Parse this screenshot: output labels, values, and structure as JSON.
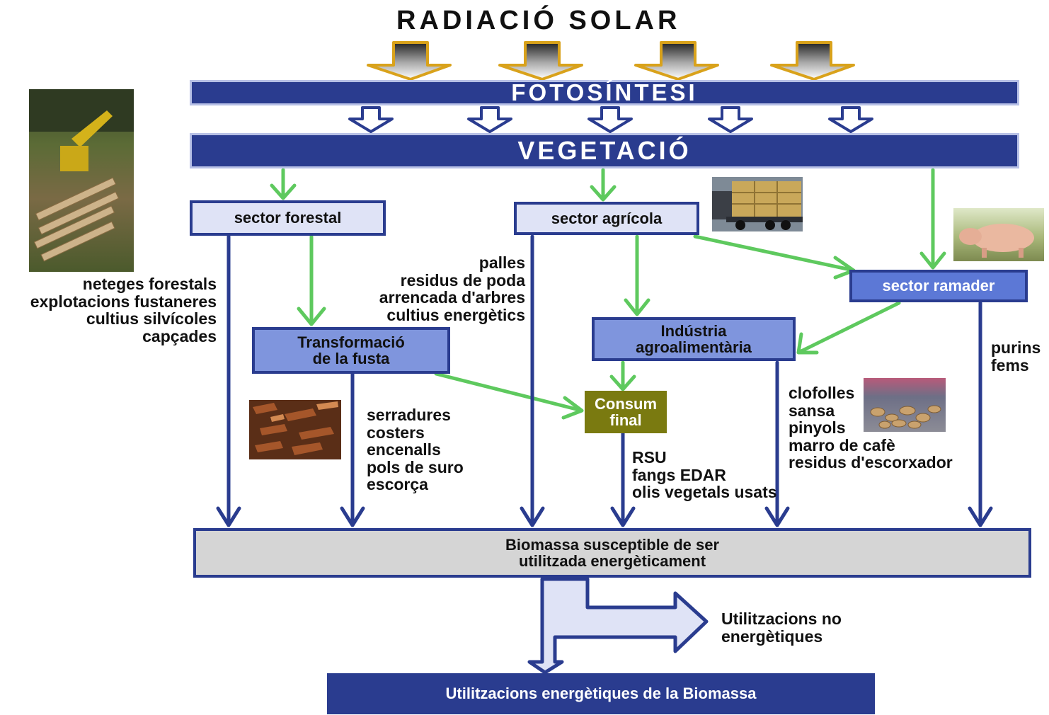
{
  "title": "RADIACIÓ SOLAR",
  "bands": {
    "fotosintesi": "FOTOSÍNTESI",
    "vegetacio": "VEGETACIÓ"
  },
  "sectors": {
    "forestal": "sector forestal",
    "agricola": "sector agrícola",
    "ramader": "sector ramader"
  },
  "processes": {
    "transformacio": "Transformació\nde la fusta",
    "industria": "Indústria\nagroalimentària",
    "consum": "Consum\nfinal"
  },
  "lists": {
    "forestal": [
      "neteges forestals",
      "explotacions fustaneres",
      "cultius silvícoles",
      "capçades"
    ],
    "agricola": [
      "palles",
      "residus de poda",
      "arrencada d'arbres",
      "cultius energètics"
    ],
    "fusta": [
      "serradures",
      "costers",
      "encenalls",
      "pols de suro",
      "escorça"
    ],
    "consum": [
      "RSU",
      "fangs EDAR",
      "olis vegetals usats"
    ],
    "industria": [
      "clofolles",
      "sansa",
      "pinyols",
      "marro de cafè",
      "residus d'escorxador"
    ],
    "ramader": [
      "purins",
      "fems"
    ]
  },
  "biomassa": "Biomassa susceptible de ser\nutilitzada energèticament",
  "no_energetiques": "Utilitzacions no\nenergètiques",
  "energetiques": "Utilitzacions energètiques de la Biomassa",
  "colors": {
    "navy": "#2a3c8f",
    "green_arrow": "#5ec95e",
    "gold_arrow": "#d9a21b",
    "consum_box": "#7a7a10"
  },
  "photos": [
    "forestry-harvester-photo",
    "hay-truck-photo",
    "pig-photo",
    "wood-bark-chips-photo",
    "nut-shells-photo"
  ]
}
